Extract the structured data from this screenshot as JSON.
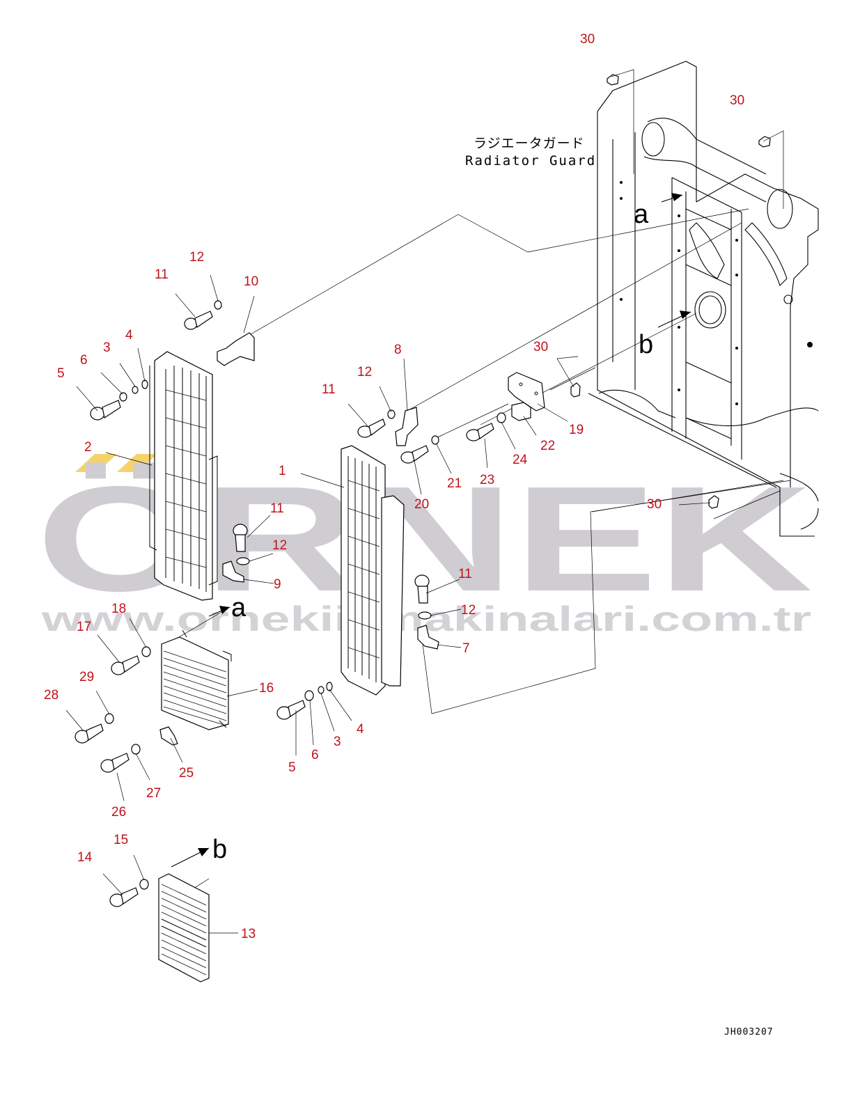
{
  "diagram": {
    "label_jp": "ラジエータガード",
    "label_en": "Radiator Guard",
    "drawing_code": "JH003207",
    "ref_a": "a",
    "ref_b": "b",
    "watermark": {
      "brand": "ÖRNEK",
      "url": "www.ornekiismakinalari.com.tr",
      "accent_color": "#f5d36a",
      "text_color": "#cfcdd2"
    },
    "callout_color": "#c0111a",
    "callouts": [
      "30",
      "30",
      "12",
      "11",
      "10",
      "4",
      "3",
      "6",
      "5",
      "2",
      "8",
      "12",
      "11",
      "30",
      "19",
      "22",
      "24",
      "23",
      "21",
      "20",
      "1",
      "11",
      "12",
      "9",
      "30",
      "11",
      "12",
      "7",
      "18",
      "17",
      "16",
      "29",
      "28",
      "4",
      "3",
      "6",
      "5",
      "25",
      "27",
      "26",
      "15",
      "14",
      "13"
    ]
  }
}
